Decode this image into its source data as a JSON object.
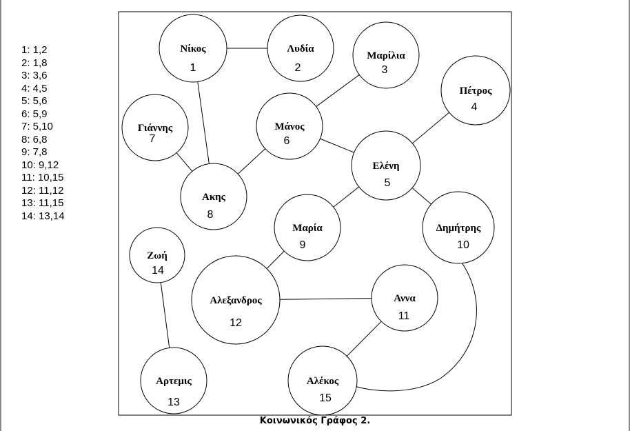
{
  "edge_list": [
    "1: 1,2",
    "2: 1,8",
    "3: 3,6",
    "4: 4,5",
    "5: 5,6",
    "6: 5,9",
    "7: 5,10",
    "8: 6,8",
    "9: 7,8",
    "10: 9,12",
    "11: 10,15",
    "12: 11,12",
    "13: 11,15",
    "14: 13,14"
  ],
  "nodes": [
    {
      "id": 1,
      "name": "Νίκος",
      "number": "1"
    },
    {
      "id": 2,
      "name": "Λυδία",
      "number": "2"
    },
    {
      "id": 3,
      "name": "Μαρίλια",
      "number": "3"
    },
    {
      "id": 4,
      "name": "Πέτρος",
      "number": "4"
    },
    {
      "id": 5,
      "name": "Ελένη",
      "number": "5"
    },
    {
      "id": 6,
      "name": "Μάνος",
      "number": "6"
    },
    {
      "id": 7,
      "name": "Γιάννης",
      "number": "7"
    },
    {
      "id": 8,
      "name": "Ακης",
      "number": "8"
    },
    {
      "id": 9,
      "name": "Μαρία",
      "number": "9"
    },
    {
      "id": 10,
      "name": "Δημήτρης",
      "number": "10"
    },
    {
      "id": 11,
      "name": "Αννα",
      "number": "11"
    },
    {
      "id": 12,
      "name": "Αλεξανδρος",
      "number": "12"
    },
    {
      "id": 13,
      "name": "Αρτεμις",
      "number": "13"
    },
    {
      "id": 14,
      "name": "Ζωή",
      "number": "14"
    },
    {
      "id": 15,
      "name": "Αλέκος",
      "number": "15"
    }
  ],
  "edges": [
    [
      1,
      2
    ],
    [
      1,
      8
    ],
    [
      3,
      6
    ],
    [
      4,
      5
    ],
    [
      5,
      6
    ],
    [
      5,
      9
    ],
    [
      5,
      10
    ],
    [
      6,
      8
    ],
    [
      7,
      8
    ],
    [
      9,
      12
    ],
    [
      10,
      15
    ],
    [
      11,
      12
    ],
    [
      11,
      15
    ],
    [
      13,
      14
    ]
  ],
  "caption": "Κοινωνικός Γράφος 2."
}
